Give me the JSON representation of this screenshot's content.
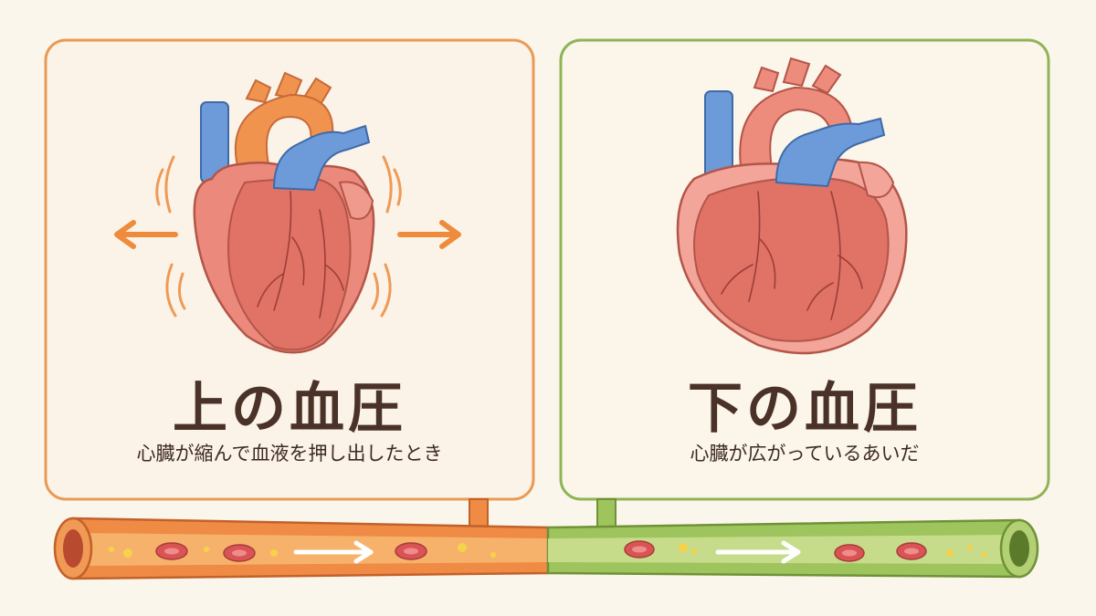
{
  "panels": {
    "left": {
      "title": "上の血圧",
      "subtitle": "心臓が縮んで血液を押し出したとき",
      "accent_color": "#ea9a55"
    },
    "right": {
      "title": "下の血圧",
      "subtitle": "心臓が広がっているあいだ",
      "accent_color": "#8fb457"
    }
  },
  "colors": {
    "background": "#fbf6ec",
    "panel_fill": "#fbf3e7",
    "heart_red": "#e57869",
    "vein_blue": "#6d9ad8",
    "artery_orange": "#f0934f",
    "vessel_orange": "#ef8b45",
    "vessel_green": "#9ec45d",
    "title_text": "#4a3228"
  },
  "icons": [
    "contracting-heart",
    "relaxed-heart",
    "left-arrow-icon",
    "right-arrow-icon",
    "flow-arrow-icon",
    "blood-vessel"
  ]
}
